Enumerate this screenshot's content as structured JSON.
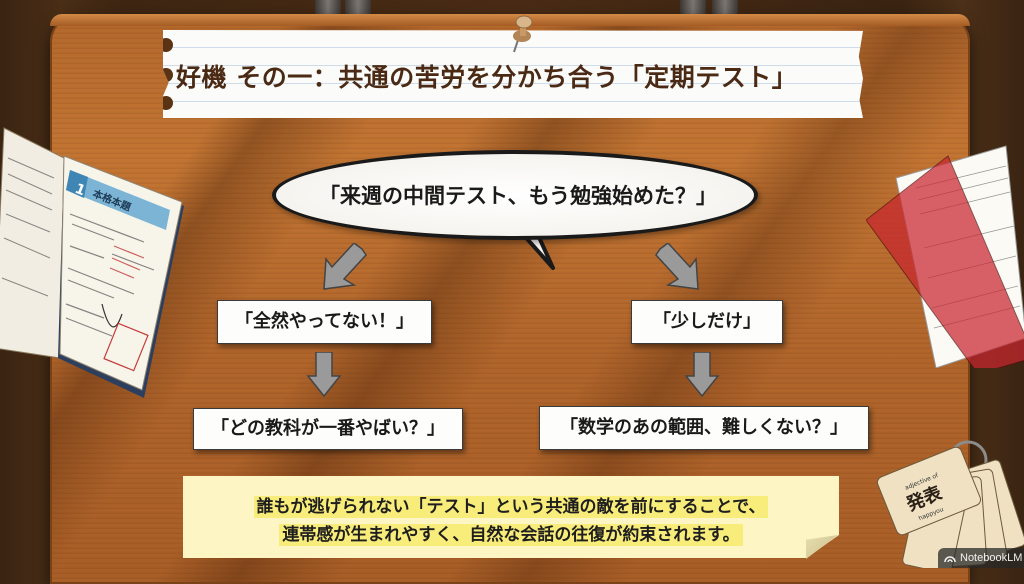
{
  "title": {
    "text": "好機 その一：共通の苦労を分かち合う「定期テスト」"
  },
  "bubble": {
    "text": "「来週の中間テスト、もう勉強始めた？」"
  },
  "branches": {
    "left": {
      "answer": "「全然やってない！」",
      "followup": "「どの教科が一番やばい？」"
    },
    "right": {
      "answer": "「少しだけ」",
      "followup": "「数学のあの範囲、難しくない？」"
    }
  },
  "summary": {
    "line1": "誰もが逃げられない「テスト」という共通の敵を前にすることで、",
    "line2": "連帯感が生まれやすく、自然な会話の往復が約束されます。"
  },
  "decor": {
    "book_chapter_number": "1",
    "book_chapter_title": "本格本題",
    "flashcard_word": "発表",
    "flashcard_small_top": "adjective of",
    "flashcard_small_bottom": "happyou"
  },
  "watermark": {
    "label": "NotebookLM"
  },
  "colors": {
    "title_text": "#4a2a14",
    "desk_wood": "#b86b2e",
    "note_bg": "#fdf5c4",
    "highlight": "#f8ec7a",
    "red_sheet": "#c8262e",
    "book_tab_blue": "#3f86b5"
  }
}
